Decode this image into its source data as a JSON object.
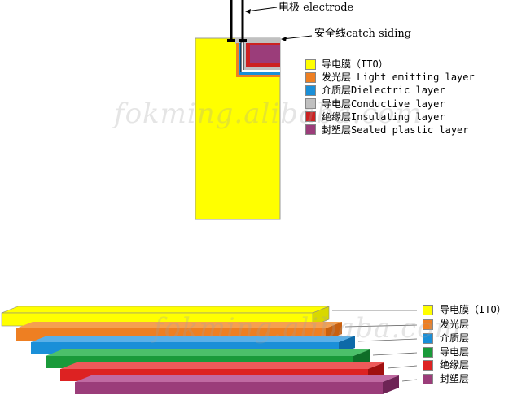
{
  "top_diagram": {
    "electrode_label": "电极 electrode",
    "catch_siding_label": "安全线catch siding",
    "legend": [
      {
        "text": "导电膜（ITO）",
        "color": "#ffff00"
      },
      {
        "text": "发光层 Light emitting layer",
        "color": "#ee7f22"
      },
      {
        "text": "介质层Dielectric layer",
        "color": "#1a8fd8"
      },
      {
        "text": "导电层Conductive layer",
        "color": "#c0c0c0"
      },
      {
        "text": "绝缘层Insulating layer",
        "color": "#cc2222"
      },
      {
        "text": "封塑层Sealed plastic layer",
        "color": "#9b3d7a"
      }
    ]
  },
  "bottom_diagram": {
    "legend": [
      {
        "text": "导电膜（ITO）",
        "color": "#ffff00"
      },
      {
        "text": "发光层",
        "color": "#ee7f22"
      },
      {
        "text": "介质层",
        "color": "#1a8fd8"
      },
      {
        "text": "导电层",
        "color": "#1a9a3a"
      },
      {
        "text": "绝缘层",
        "color": "#dd2222"
      },
      {
        "text": "封塑层",
        "color": "#9b3d7a"
      }
    ]
  },
  "watermark": {
    "top": "fokming.alibaba.com",
    "bottom": "fokming.alibaba.com"
  },
  "colors": {
    "ito": "#ffff00",
    "light_emitting": "#ee7f22",
    "dielectric": "#1a8fd8",
    "conductive_top": "#c0c0c0",
    "conductive_bottom": "#1a9a3a",
    "insulating": "#dd2222",
    "sealed": "#9b3d7a"
  }
}
